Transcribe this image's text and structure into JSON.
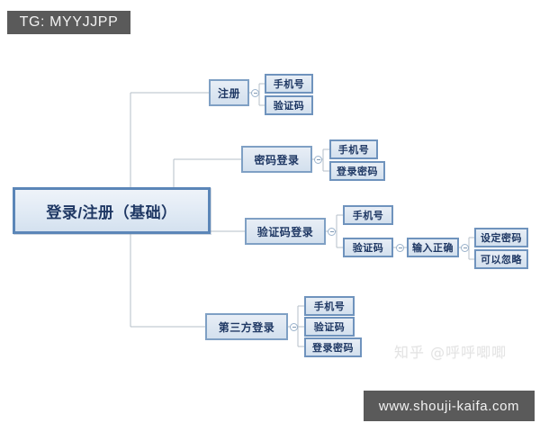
{
  "diagram": {
    "type": "mindmap",
    "root": {
      "id": "root",
      "label": "登录/注册（基础）"
    },
    "branches": [
      {
        "id": "register",
        "label": "注册",
        "children": [
          {
            "id": "register-phone",
            "label": "手机号"
          },
          {
            "id": "register-code",
            "label": "验证码"
          }
        ]
      },
      {
        "id": "password-login",
        "label": "密码登录",
        "children": [
          {
            "id": "password-login-phone",
            "label": "手机号"
          },
          {
            "id": "password-login-password",
            "label": "登录密码"
          }
        ]
      },
      {
        "id": "code-login",
        "label": "验证码登录",
        "children": [
          {
            "id": "code-login-phone",
            "label": "手机号"
          },
          {
            "id": "code-login-code",
            "label": "验证码",
            "children": [
              {
                "id": "input-correct",
                "label": "输入正确",
                "children": [
                  {
                    "id": "set-password",
                    "label": "设定密码"
                  },
                  {
                    "id": "can-ignore",
                    "label": "可以忽略"
                  }
                ]
              }
            ]
          }
        ]
      },
      {
        "id": "third-party-login",
        "label": "第三方登录",
        "children": [
          {
            "id": "third-party-phone",
            "label": "手机号"
          },
          {
            "id": "third-party-code",
            "label": "验证码"
          },
          {
            "id": "third-party-password",
            "label": "登录密码"
          }
        ]
      }
    ],
    "collapse_handle_icon": "minus-circle-icon"
  },
  "overlays": {
    "tg_tag": "TG: MYYJJPP",
    "site_tag": "www.shouji-kaifa.com",
    "watermark": "知乎 @呼呼唧唧"
  },
  "colors": {
    "node_fill": "#dce6f1",
    "node_border": "#6f93bd",
    "root_border": "#5b86b8",
    "text": "#1f3864",
    "connector": "#b6bfc9",
    "tag_background": "#5a5a5a",
    "tag_text": "#f2f2f2",
    "page_background": "#ffffff"
  }
}
